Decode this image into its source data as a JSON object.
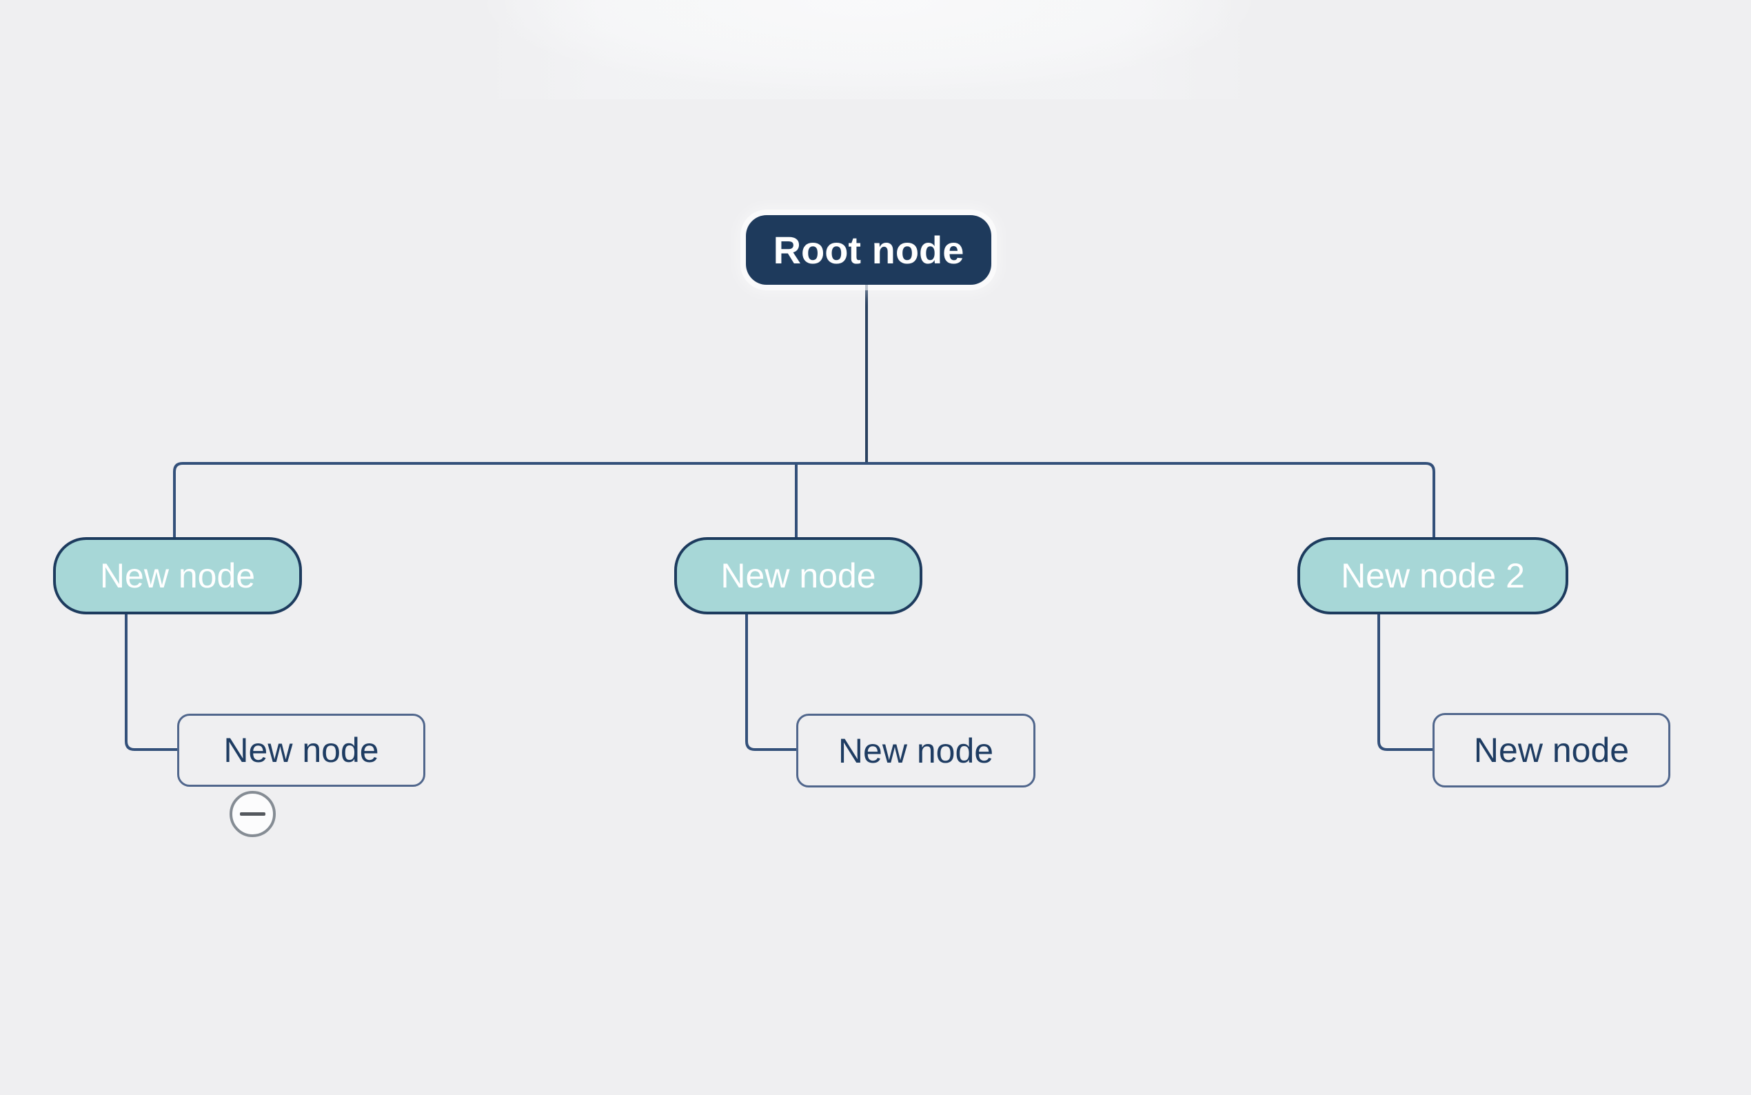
{
  "canvas": {
    "background_color": "#efeff1"
  },
  "palette": {
    "root_fill": "#1e3a5c",
    "root_text": "#ffffff",
    "root_halo": "rgba(255,255,255,0.55)",
    "branch_fill": "#a7d7d7",
    "branch_border": "#1d3b5e",
    "branch_text": "#ffffff",
    "child_border": "#50668c",
    "child_text": "#1e3c62",
    "connector": "#33507a",
    "collapse_button_border": "#858c94",
    "collapse_button_fill": "#fcfcfd",
    "collapse_minus": "#54585e"
  },
  "mindmap": {
    "root": {
      "label": "Root node"
    },
    "branches": [
      {
        "label": "New node",
        "child": {
          "label": "New node"
        },
        "has_collapse_button": true
      },
      {
        "label": "New node",
        "child": {
          "label": "New node"
        },
        "has_collapse_button": false
      },
      {
        "label": "New node 2",
        "child": {
          "label": "New node"
        },
        "has_collapse_button": false
      }
    ]
  },
  "icons": {
    "collapse": "minus-circle-icon"
  }
}
